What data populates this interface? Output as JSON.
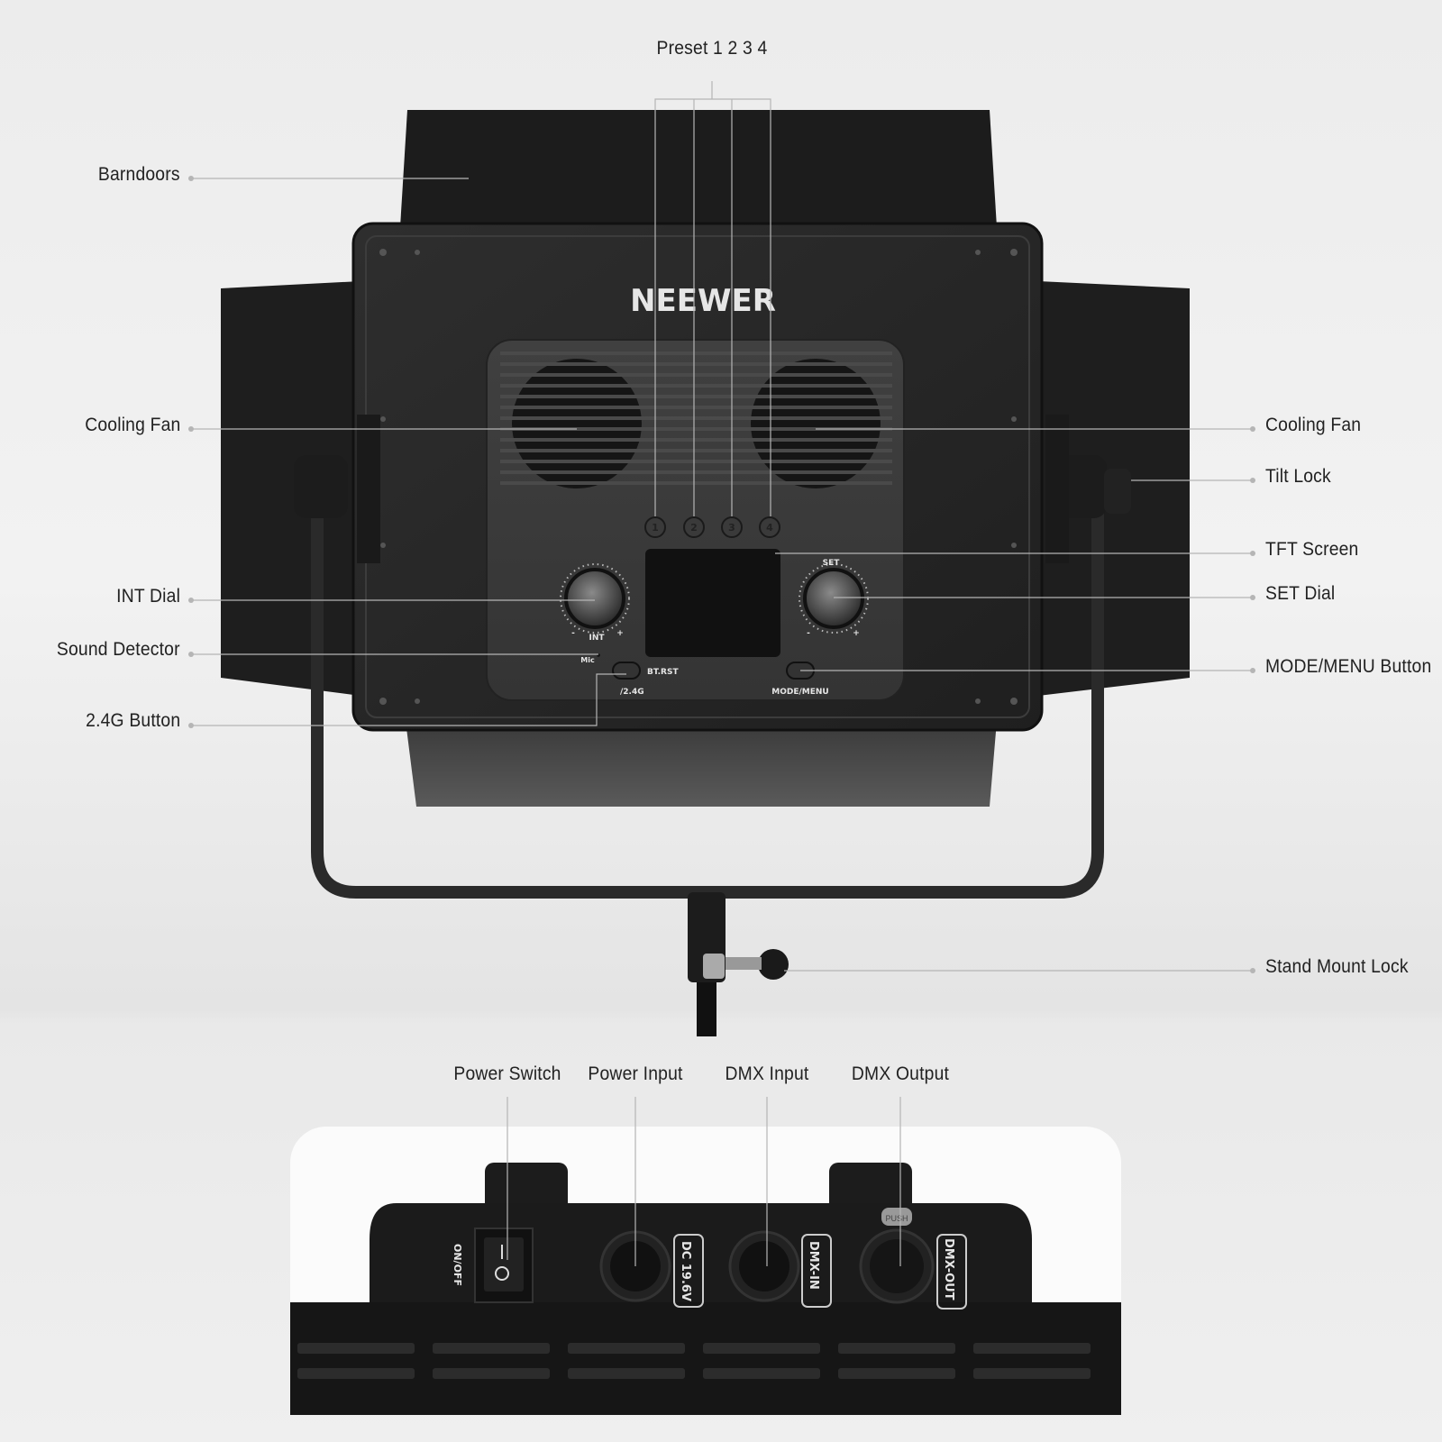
{
  "brand": "NEEWER",
  "callouts": {
    "preset": "Preset  1 2 3 4",
    "barndoors": "Barndoors",
    "cooling_fan_left": "Cooling Fan",
    "int_dial": "INT Dial",
    "sound_detector": "Sound Detector",
    "button_24g": "2.4G Button",
    "cooling_fan_right": "Cooling Fan",
    "tilt_lock": "Tilt Lock",
    "tft_screen": "TFT Screen",
    "set_dial": "SET Dial",
    "mode_menu_button": "MODE/MENU Button",
    "stand_mount_lock": "Stand Mount Lock"
  },
  "bottom_callouts": {
    "power_switch": "Power Switch",
    "power_input": "Power Input",
    "dmx_input": "DMX Input",
    "dmx_output": "DMX Output"
  },
  "panel_markings": {
    "presets": [
      "1",
      "2",
      "3",
      "4"
    ],
    "int": "INT",
    "set": "SET",
    "mic": "Mic",
    "bt_rst": "BT.RST",
    "g24": "/2.4G",
    "mode_menu": "MODE/MENU",
    "minus": "-",
    "plus": "+"
  },
  "port_markings": {
    "on_off": "ON/OFF",
    "dc": "DC 19.6V",
    "dmx_in": "DMX-IN",
    "dmx_out": "DMX-OUT",
    "push": "PUSH"
  }
}
